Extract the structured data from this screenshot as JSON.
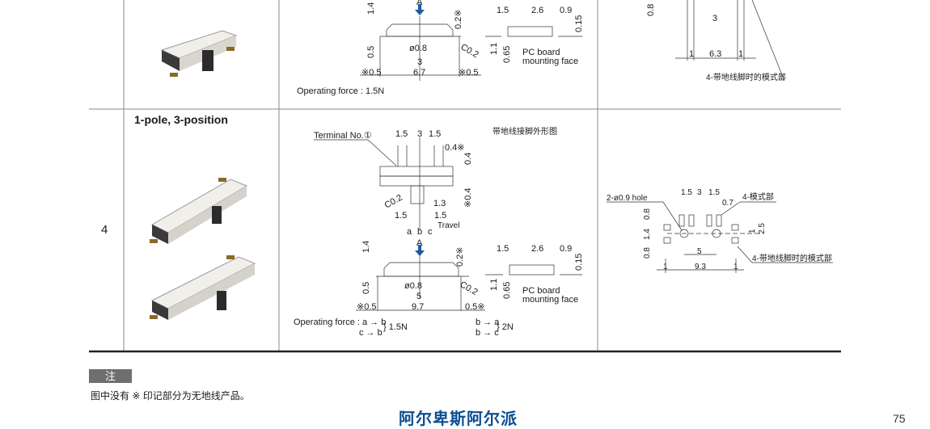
{
  "row_prev": {
    "front_view": [
      "1.4",
      "A",
      "0.2※",
      "0.5",
      "ø0.8",
      "C0.2",
      "3",
      "※0.5",
      "6.7",
      "※0.5"
    ],
    "operating_force": "Operating  force  :  1.5N",
    "side_view": [
      "1.5",
      "2.6",
      "0.9",
      "0.15",
      "1.1",
      "0.65",
      "PC board",
      "mounting  face"
    ],
    "pcb_layout": [
      "0.8",
      "3",
      "1",
      "6.3",
      "1",
      "4-带地线脚时的模式部"
    ]
  },
  "row4": {
    "number": "4",
    "title": "1-pole, 3-position",
    "top_view": [
      "Terminal  No.①",
      "1.5",
      "3",
      "1.5",
      "0.4※",
      "0.4",
      "※0.4",
      "C0.2",
      "1.3",
      "1.5",
      "1.5",
      "Travel",
      "a",
      "b",
      "c"
    ],
    "ground_label": "带地线接脚外形图",
    "front_view": [
      "1.4",
      "A",
      "0.2※",
      "0.5",
      "ø0.8",
      "C0.2",
      "5",
      "※0.5",
      "9.7",
      "0.5※"
    ],
    "operating_force": {
      "label": "Operating  force : a → b",
      "line2": "c → b",
      "value1": "} 1.5N",
      "line3": "b → a",
      "line4": "b → c",
      "value2": "} 2N"
    },
    "side_view": [
      "1.5",
      "2.6",
      "0.9",
      "0.15",
      "1.1",
      "0.65",
      "PC board",
      "mounting  face"
    ],
    "pcb_layout": [
      "2-ø0.9 hole",
      "1.5",
      "3",
      "1.5",
      "4-模式部",
      "0.7",
      "0.8",
      "1.4",
      "0.8",
      "1",
      "2.5",
      "5",
      "4-带地线脚时的模式部",
      "1",
      "9.3",
      "1"
    ]
  },
  "footer": {
    "note_tag": "注",
    "note_text": "图中没有 ※ 印记部分为无地线产品。",
    "brand": "阿尔卑斯阿尔派",
    "page_number": "75"
  },
  "colors": {
    "brand": "#0d4f92",
    "arrow": "#1f5aa0",
    "note_tag": "#6e6e6e"
  }
}
